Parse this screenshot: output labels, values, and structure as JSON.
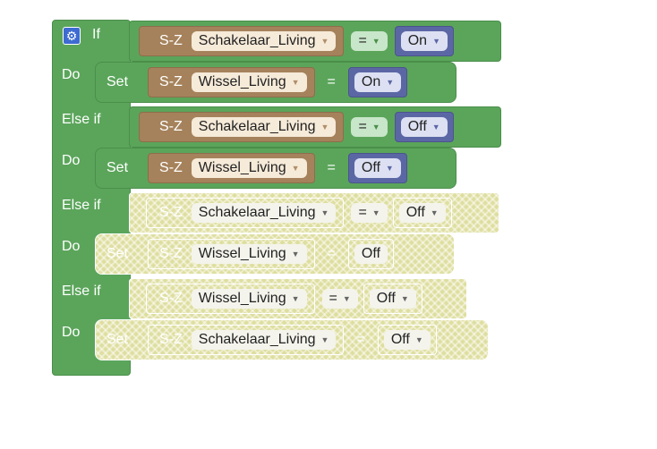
{
  "ifblock": {
    "labels": {
      "if": "If",
      "do": "Do",
      "elseif": "Else if"
    }
  },
  "rows": [
    {
      "type": "cond",
      "label": "If",
      "lhs_prefix": "S-Z",
      "lhs": "Schakelaar_Living",
      "op": "=",
      "rhs": "On",
      "disabled": false
    },
    {
      "type": "set",
      "label": "Do",
      "set": "Set",
      "prefix": "S-Z",
      "target": "Wissel_Living",
      "eq": "=",
      "value": "On",
      "disabled": false
    },
    {
      "type": "cond",
      "label": "Else if",
      "lhs_prefix": "S-Z",
      "lhs": "Schakelaar_Living",
      "op": "=",
      "rhs": "Off",
      "disabled": false
    },
    {
      "type": "set",
      "label": "Do",
      "set": "Set",
      "prefix": "S-Z",
      "target": "Wissel_Living",
      "eq": "=",
      "value": "Off",
      "disabled": false
    },
    {
      "type": "cond",
      "label": "Else if",
      "lhs_prefix": "S-Z",
      "lhs": "Schakelaar_Living",
      "op": "=",
      "rhs": "Off",
      "disabled": true
    },
    {
      "type": "set",
      "label": "Do",
      "set": "Set",
      "prefix": "S-Z",
      "target": "Wissel_Living",
      "eq": "=",
      "value": "Off",
      "disabled": true
    },
    {
      "type": "cond",
      "label": "Else if",
      "lhs_prefix": "S-Z",
      "lhs": "Wissel_Living",
      "op": "=",
      "rhs": "Off",
      "disabled": true
    },
    {
      "type": "set",
      "label": "Do",
      "set": "Set",
      "prefix": "S-Z",
      "target": "Schakelaar_Living",
      "eq": "=",
      "value": "Off",
      "disabled": true
    }
  ],
  "icons": {
    "settings": "gear-icon",
    "dropdown": "dropdown-arrow-icon"
  },
  "colors": {
    "logic": "#5ba55b",
    "device": "#a5825b",
    "state": "#5b67a5",
    "disabled": "#dedea0"
  }
}
